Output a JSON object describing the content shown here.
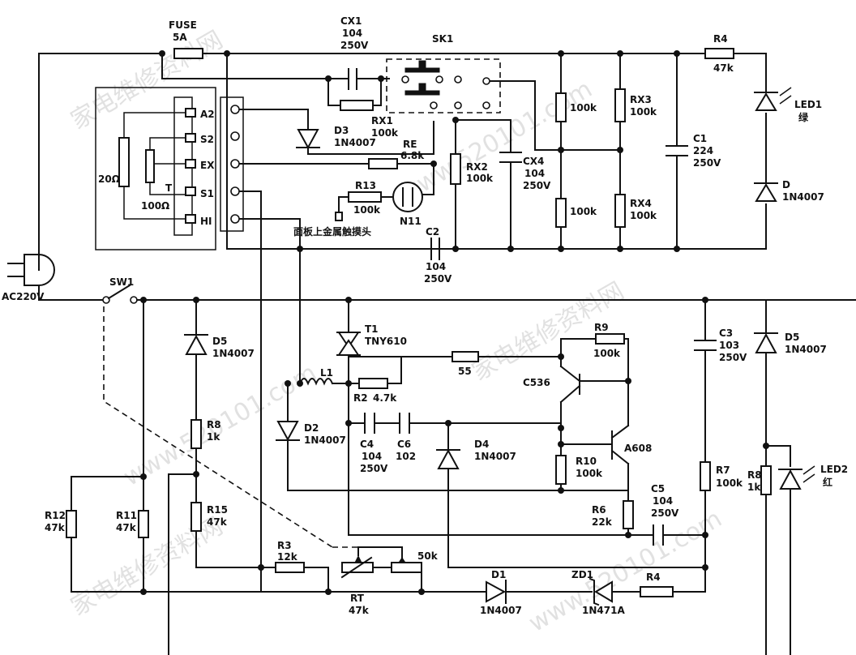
{
  "watermark": {
    "cn": "家电维修资料网",
    "url": "www.520101.com"
  },
  "power": {
    "mains": "AC220V",
    "switch": "SW1"
  },
  "fuse": {
    "name": "FUSE",
    "value": "5A"
  },
  "cx1": {
    "name": "CX1",
    "value": "104",
    "voltage": "250V"
  },
  "sk1": {
    "name": "SK1"
  },
  "r4_top": {
    "name": "R4",
    "value": "47k"
  },
  "led1": {
    "name": "LED1",
    "color": "绿"
  },
  "d_top": {
    "name": "D",
    "value": "1N4007"
  },
  "c1": {
    "name": "C1",
    "value": "224",
    "voltage": "250V"
  },
  "rx1": {
    "name": "RX1",
    "value": "100k"
  },
  "rx2": {
    "name": "RX2",
    "value": "100k"
  },
  "rx3": {
    "name": "RX3",
    "value": "100k"
  },
  "rx4": {
    "name": "RX4",
    "value": "100k"
  },
  "r_div_a": {
    "value": "100k"
  },
  "r_div_b": {
    "value": "100k"
  },
  "cx4": {
    "name": "CX4",
    "value": "104",
    "voltage": "250V"
  },
  "re": {
    "name": "RE",
    "value": "6.8k"
  },
  "r13": {
    "name": "R13",
    "value": "100k"
  },
  "n11": {
    "name": "N11"
  },
  "c2": {
    "name": "C2",
    "value": "104",
    "voltage": "250V"
  },
  "d3": {
    "name": "D3",
    "value": "1N4007"
  },
  "touch_label": "面板上金属触摸头",
  "heater": {
    "terminals": [
      "A2",
      "S2",
      "EX",
      "S1",
      "HI"
    ],
    "r_big": "20Ω",
    "r_small": "100Ω",
    "t_label": "T"
  },
  "t1": {
    "name": "T1",
    "value": "TNY610"
  },
  "l1": {
    "name": "L1"
  },
  "r2": {
    "name": "R2",
    "value": "4.7k"
  },
  "r_55": {
    "value": "55"
  },
  "r9": {
    "name": "R9",
    "value": "100k"
  },
  "q1": {
    "name": "C536"
  },
  "q2": {
    "name": "A608"
  },
  "c3": {
    "name": "C3",
    "value": "103",
    "voltage": "250V"
  },
  "d5_right": {
    "name": "D5",
    "value": "1N4007"
  },
  "d5_left": {
    "name": "D5",
    "value": "1N4007"
  },
  "r8_left": {
    "name": "R8",
    "value": "1k"
  },
  "r8_right": {
    "name": "R8",
    "value": "1k"
  },
  "led2": {
    "name": "LED2",
    "color": "红"
  },
  "r15": {
    "name": "R15",
    "value": "47k"
  },
  "r12": {
    "name": "R12",
    "value": "47k"
  },
  "r11": {
    "name": "R11",
    "value": "47k"
  },
  "d2": {
    "name": "D2",
    "value": "1N4007"
  },
  "c4": {
    "name": "C4",
    "value": "104",
    "voltage": "250V"
  },
  "c6": {
    "name": "C6",
    "value": "102"
  },
  "d4": {
    "name": "D4",
    "value": "1N4007"
  },
  "r10": {
    "name": "R10",
    "value": "100k"
  },
  "r6": {
    "name": "R6",
    "value": "22k"
  },
  "c5": {
    "name": "C5",
    "value": "104",
    "voltage": "250V"
  },
  "r7": {
    "name": "R7",
    "value": "100k"
  },
  "r3": {
    "name": "R3",
    "value": "12k"
  },
  "rt": {
    "name": "RT",
    "value": "47k"
  },
  "pot": {
    "value": "50k"
  },
  "d1": {
    "name": "D1",
    "value": "1N4007"
  },
  "zd1": {
    "name": "ZD1",
    "value": "1N471A"
  },
  "r4_bottom": {
    "name": "R4"
  }
}
